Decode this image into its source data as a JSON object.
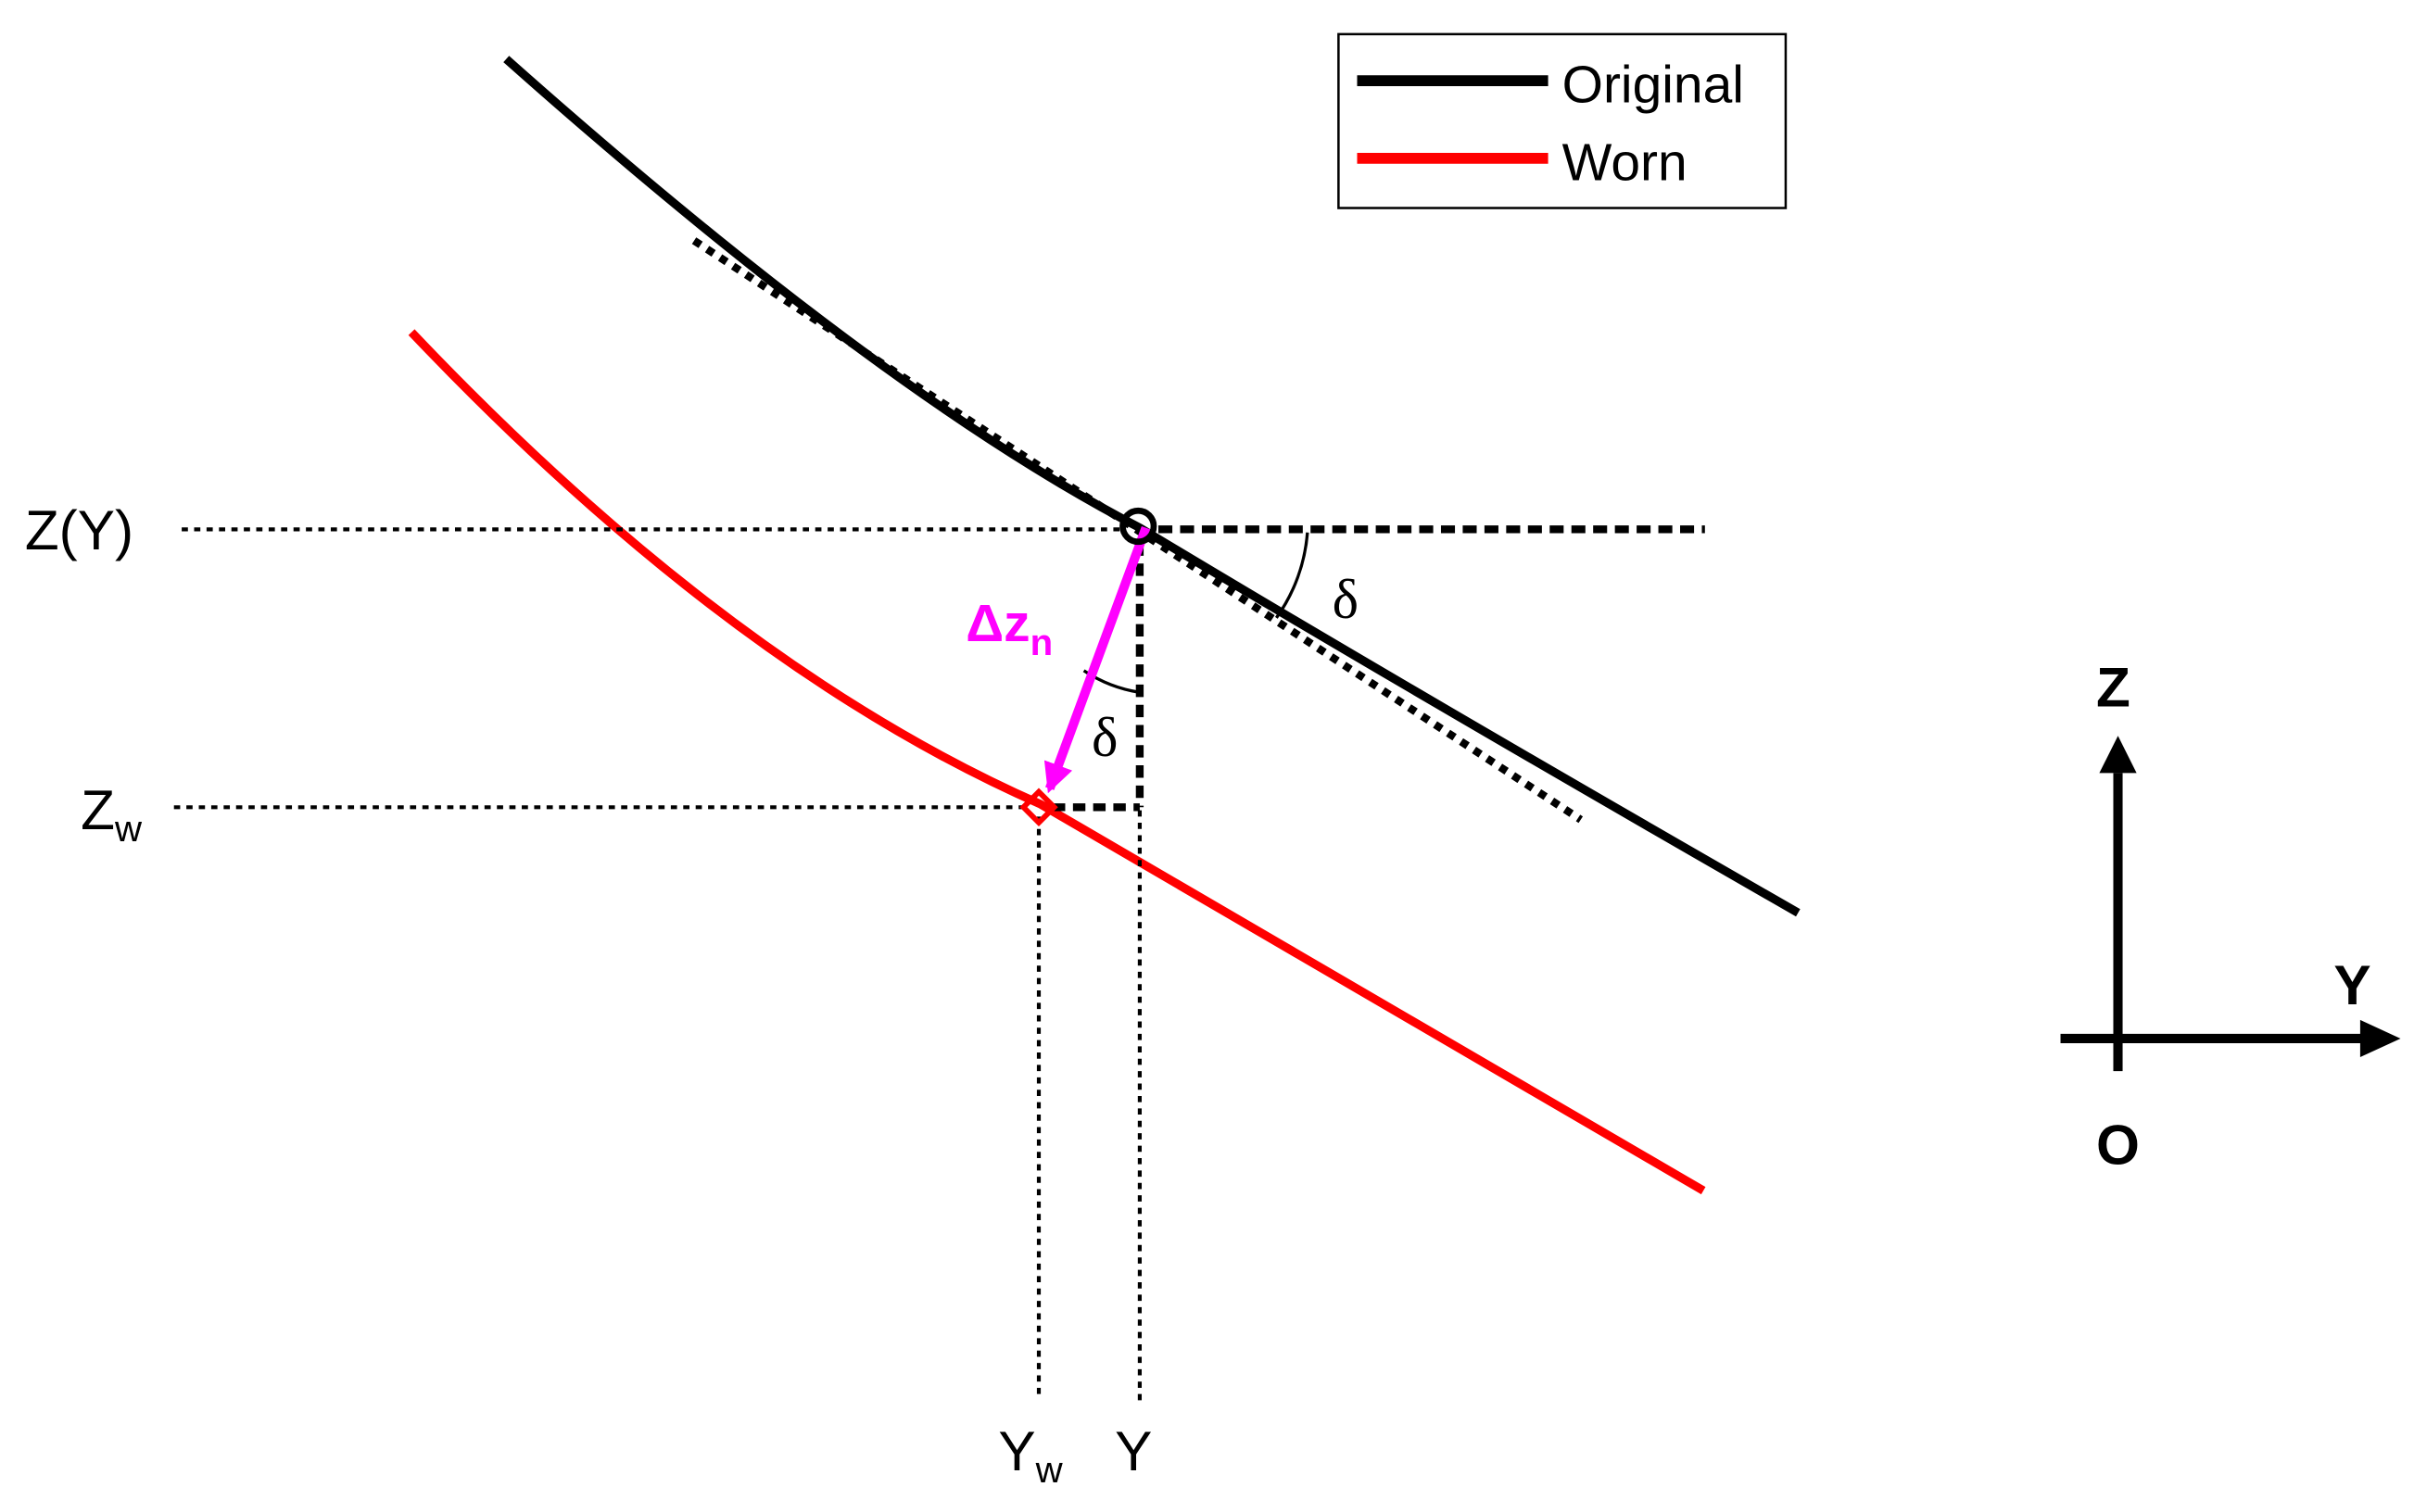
{
  "legend": {
    "items": [
      {
        "label": "Original",
        "color": "#000000"
      },
      {
        "label": "Worn",
        "color": "#ff0000"
      }
    ]
  },
  "labels": {
    "z_of_y": "Z(Y)",
    "z_w_main": "Z",
    "z_w_sub": "w",
    "y_w_main": "Y",
    "y_w_sub": "w",
    "y": "Y",
    "delta_top": "δ",
    "delta_bottom": "δ",
    "dz_main": "Δz",
    "dz_sub": "n"
  },
  "axes": {
    "z": "Z",
    "y": "Y",
    "origin": "O"
  },
  "colors": {
    "original": "#000000",
    "worn": "#ff0000",
    "normal_arrow": "#ff00ff",
    "guides": "#000000"
  }
}
